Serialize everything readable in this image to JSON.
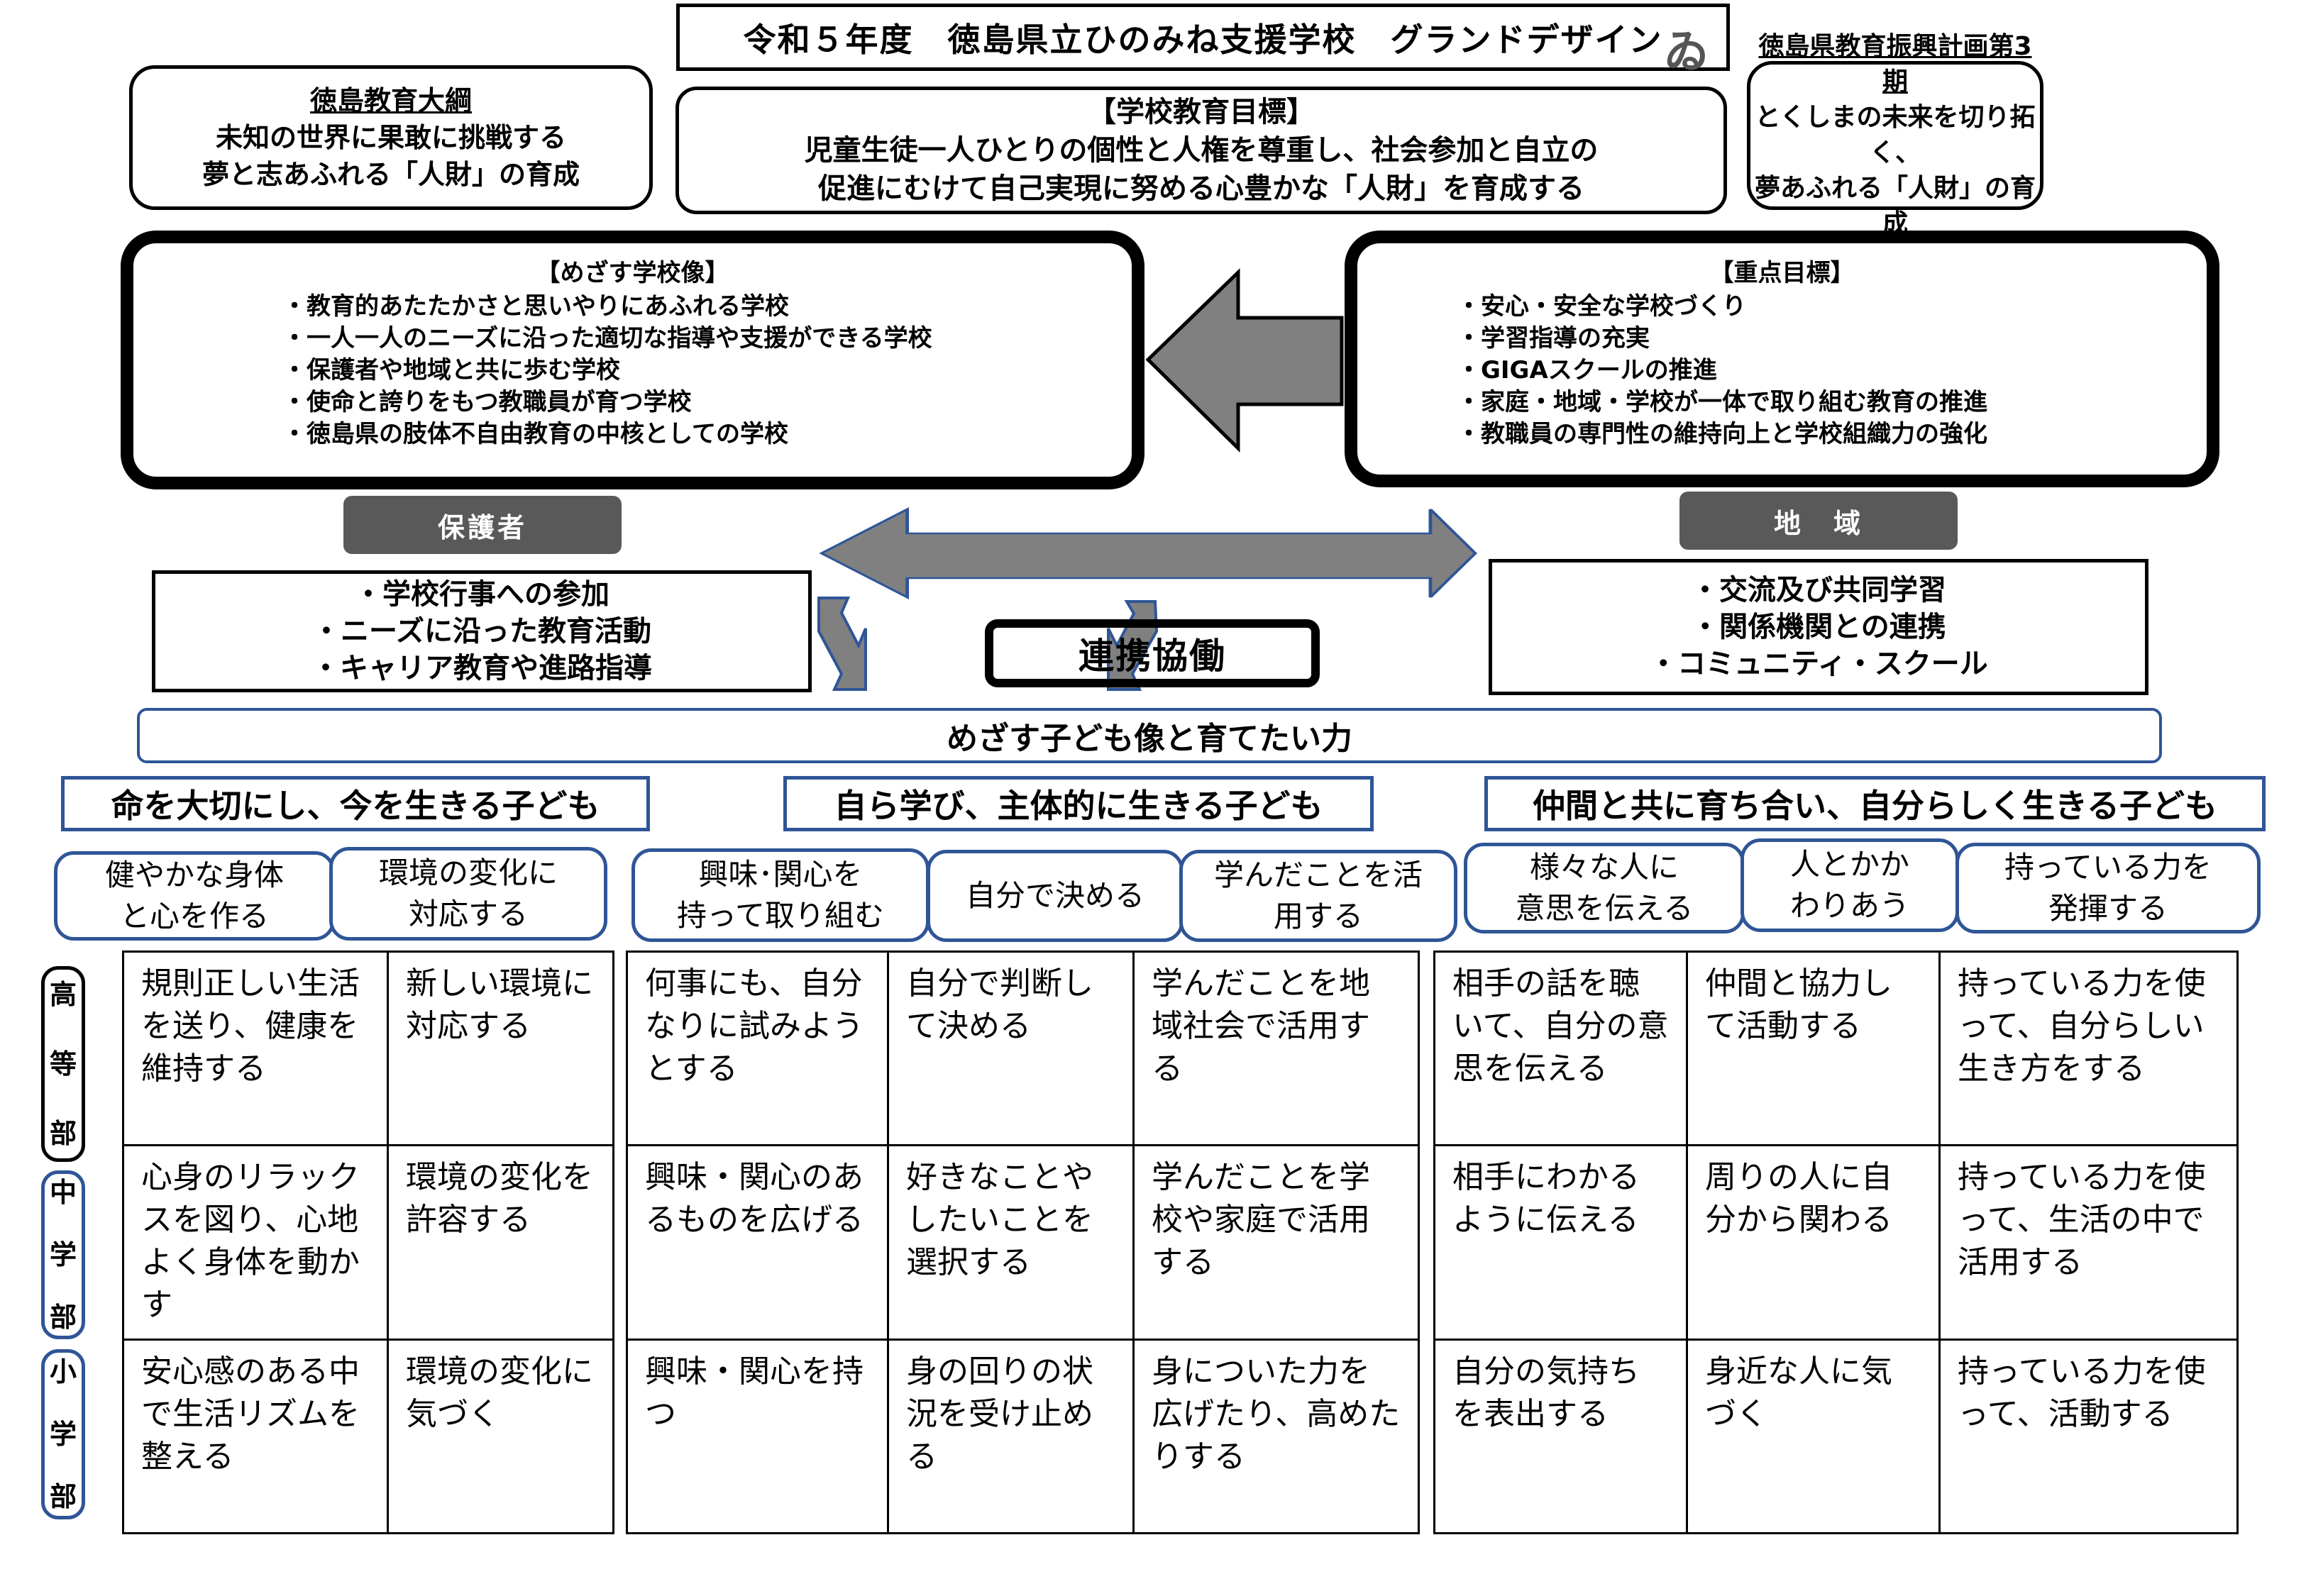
{
  "title": "令和５年度　徳島県立ひのみね支援学校　グランドデザイン",
  "logo_icon": "school-logo-icon",
  "outline": {
    "heading": "徳島教育大綱",
    "lines": [
      "未知の世界に果敢に挑戦する",
      "夢と志あふれる「人財」の育成"
    ]
  },
  "school_goal": {
    "heading": "【学校教育目標】",
    "lines": [
      "児童生徒一人ひとりの個性と人権を尊重し、社会参加と自立の",
      "促進にむけて自己実現に努める心豊かな「人財」を育成する"
    ]
  },
  "plan": {
    "heading": "徳島県教育振興計画第3期",
    "lines": [
      "とくしまの未来を切り拓く、",
      "夢あふれる「人財」の育成"
    ]
  },
  "vision": {
    "heading": "【めざす学校像】",
    "items": [
      "・教育的あたたかさと思いやりにあふれる学校",
      "・一人一人のニーズに沿った適切な指導や支援ができる学校",
      "・保護者や地域と共に歩む学校",
      "・使命と誇りをもつ教職員が育つ学校",
      "・徳島県の肢体不自由教育の中核としての学校"
    ]
  },
  "focus": {
    "heading": "【重点目標】",
    "items": [
      "・安心・安全な学校づくり",
      "・学習指導の充実",
      "・GIGAスクールの推進",
      "・家庭・地域・学校が一体で取り組む教育の推進",
      "・教職員の専門性の維持向上と学校組織力の強化"
    ]
  },
  "parents": {
    "label": "保護者",
    "items": [
      "・学校行事への参加",
      "・ニーズに沿った教育活動",
      "・キャリア教育や進路指導"
    ]
  },
  "community": {
    "label": "地　域",
    "items": [
      "・交流及び共同学習",
      "・関係機関との連携",
      "・コミュニティ・スクール"
    ]
  },
  "collaboration": "連携協働",
  "kids_header": "めざす子ども像と育てたい力",
  "colors": {
    "arrow_fill": "#808080",
    "arrow_stroke_blue": "#2f5597",
    "tag_gray": "#595959",
    "blue_border": "#2f5597"
  },
  "groups": [
    {
      "title": "命を大切にし、今を生きる子ども",
      "abilities": [
        "健やかな身体\nと心を作る",
        "環境の変化に\n対応する"
      ],
      "cells": [
        [
          "規則正しい生活を送り、健康を維持する",
          "新しい環境に対応する"
        ],
        [
          "心身のリラックスを図り、心地よく身体を動かす",
          "環境の変化を許容する"
        ],
        [
          "安心感のある中で生活リズムを整える",
          "環境の変化に気づく"
        ]
      ]
    },
    {
      "title": "自ら学び、主体的に生きる子ども",
      "abilities": [
        "興味･関心を\n持って取り組む",
        "自分で決める",
        "学んだことを活\n用する"
      ],
      "cells": [
        [
          "何事にも、自分なりに試みようとする",
          "自分で判断して決める",
          "学んだことを地域社会で活用する"
        ],
        [
          "興味・関心のあるものを広げる",
          "好きなことやしたいことを選択する",
          "学んだことを学校や家庭で活用する"
        ],
        [
          "興味・関心を持つ",
          "身の回りの状況を受け止める",
          "身についた力を広げたり、高めたりする"
        ]
      ]
    },
    {
      "title": "仲間と共に育ち合い、自分らしく生きる子ども",
      "abilities": [
        "様々な人に\n意思を伝える",
        "人とかか\nわりあう",
        "持っている力を\n発揮する"
      ],
      "cells": [
        [
          "相手の話を聴いて、自分の意思を伝える",
          "仲間と協力して活動する",
          "持っている力を使って、自分らしい生き方をする"
        ],
        [
          "相手にわかるように伝える",
          "周りの人に自分から関わる",
          "持っている力を使って、生活の中で活用する"
        ],
        [
          "自分の気持ちを表出する",
          "身近な人に気づく",
          "持っている力を使って、活動する"
        ]
      ]
    }
  ],
  "departments": [
    {
      "chars": [
        "高",
        "等",
        "部"
      ]
    },
    {
      "chars": [
        "中",
        "学",
        "部"
      ]
    },
    {
      "chars": [
        "小",
        "学",
        "部"
      ]
    }
  ]
}
